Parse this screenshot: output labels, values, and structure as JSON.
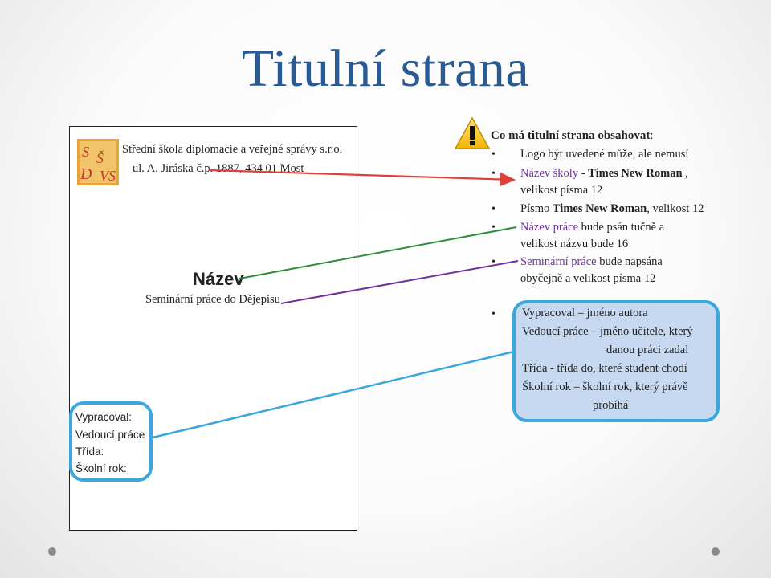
{
  "title": "Titulní strana",
  "document": {
    "school_line1": "Střední škola diplomacie a veřejné  správy s.r.o.",
    "school_line2": "ul. A. Jiráska č.p. 1887,  434 01 Most",
    "title": "Název",
    "subtitle": "Seminární práce do Dějepisu",
    "meta": [
      "Vypracoval:",
      "Vedoucí práce",
      "Třída:",
      "Školní rok:"
    ]
  },
  "info": {
    "heading_bold": "Co má titulní strana obsahovat",
    "heading_colon": ":",
    "b1": "Logo být uvedené může, ale nemusí",
    "b2_part1": "Název školy",
    "b2_part2": " - ",
    "b2_part3": "Times New Roman",
    "b2_part4": " ,",
    "b2_line2": "velikost písma 12",
    "b3_part1": "Písmo ",
    "b3_part2": "Times New Roman",
    "b3_part3": ", velikost 12",
    "b4_part1": "Název práce",
    "b4_part2": " bude psán  tučně a",
    "b4_line2": "velikost názvu bude 16",
    "b5_part1": "Seminární práce",
    "b5_part2": " bude napsána",
    "b5_line2": "obyčejně a velikost písma 12"
  },
  "box": {
    "l1": "Vypracoval  – jméno autora",
    "l2": "Vedoucí práce  – jméno učitele, který",
    "l3": "danou práci zadal",
    "l4": "Třída -  třída do, které student chodí",
    "l5": "Školní rok – školní rok, který právě",
    "l6": "probíhá"
  },
  "colors": {
    "title": "#2a5a93",
    "accent_purple": "#7030a0",
    "accent_green": "#2e8b3e",
    "accent_red": "#e0403a",
    "bubble_border": "#3aa7dd",
    "bubble_fill": "#c6d9f1"
  },
  "icons": {
    "warning": "warning-icon",
    "logo": "school-logo"
  }
}
